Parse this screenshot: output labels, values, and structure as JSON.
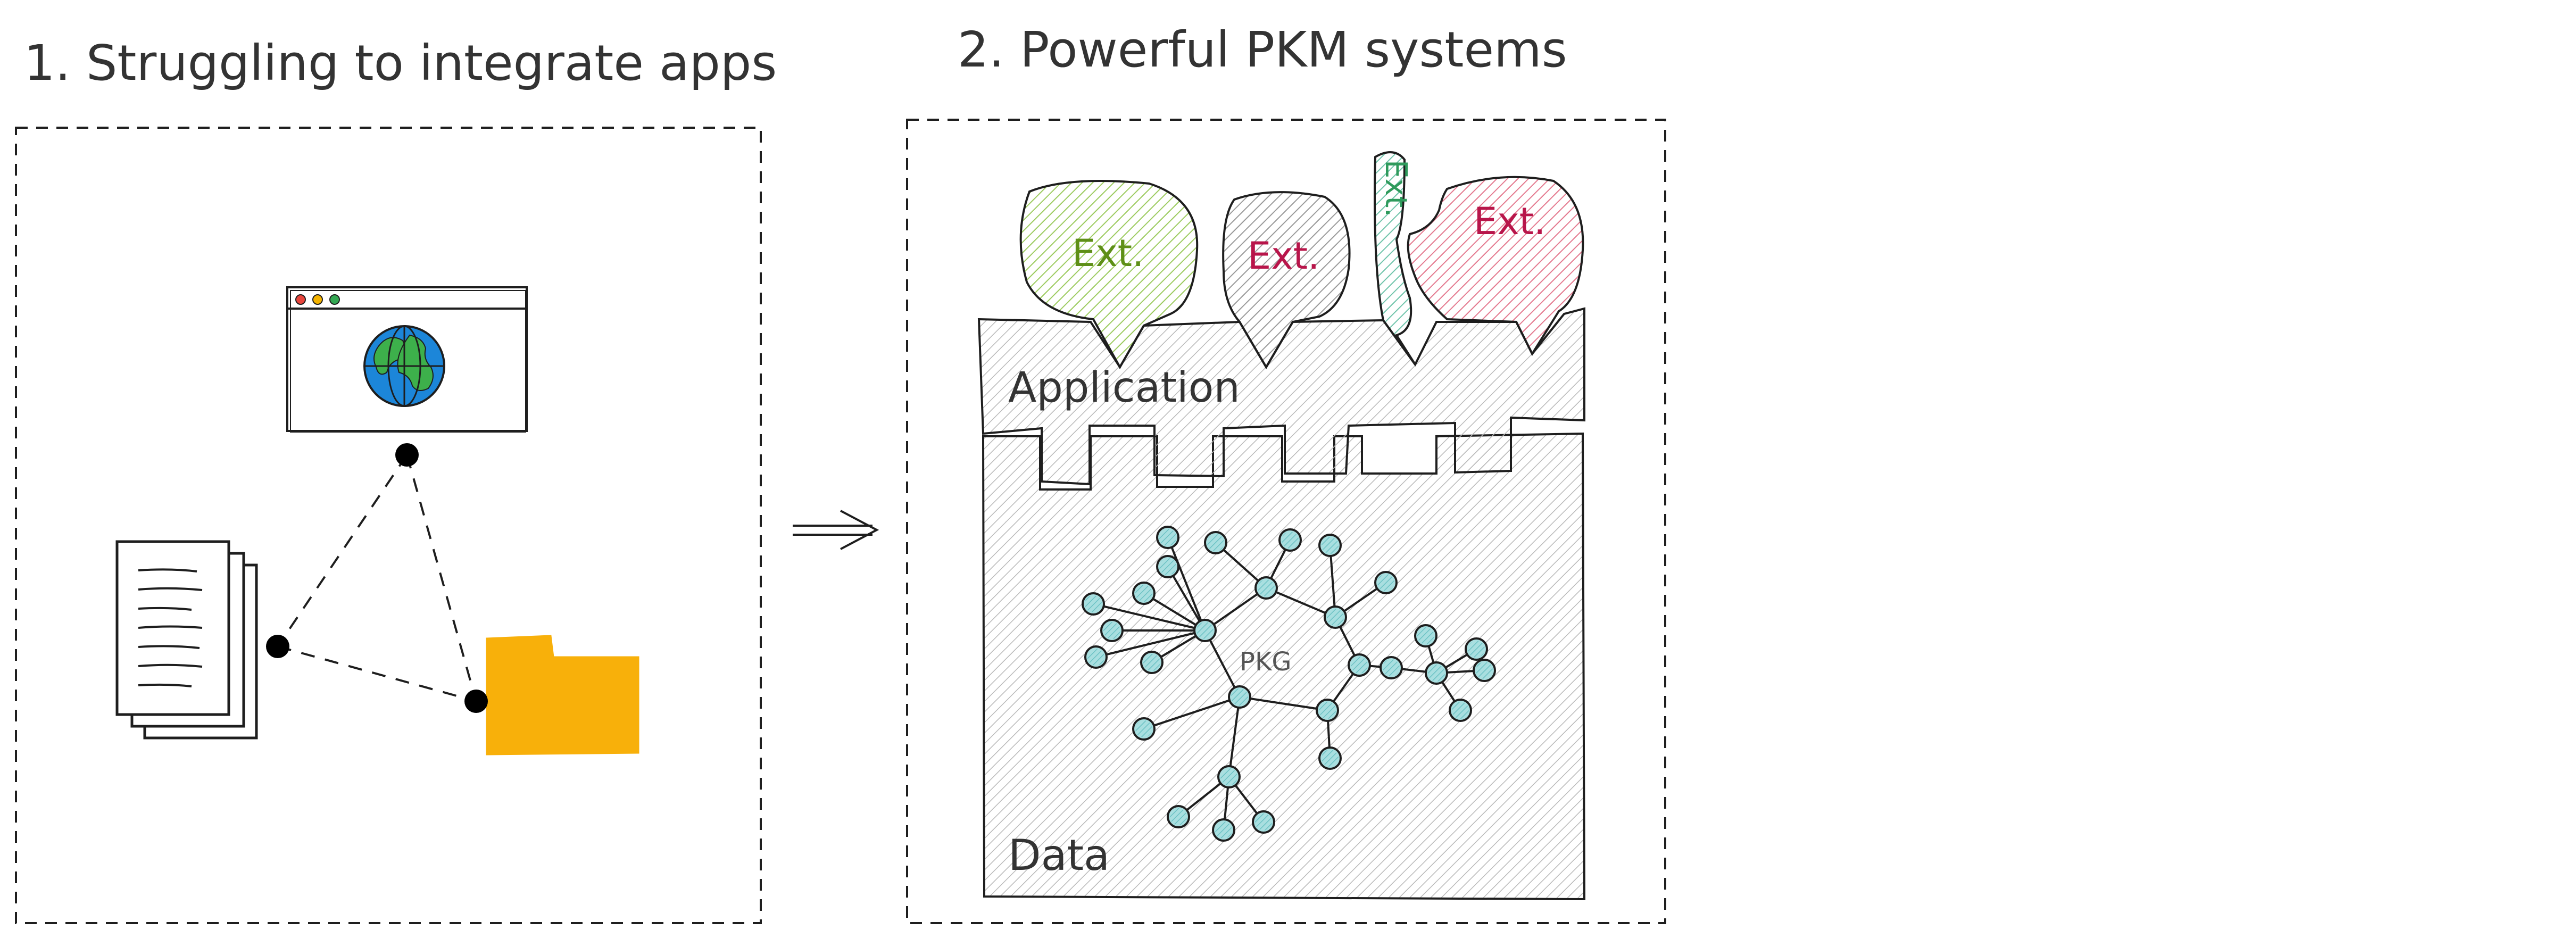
{
  "panel1": {
    "title": "1. Struggling to integrate apps"
  },
  "panel2": {
    "title": "2. Powerful PKM systems",
    "ext_labels": [
      "Ext.",
      "Ext.",
      "Ext.",
      "Ext."
    ],
    "application_label": "Application",
    "data_label": "Data",
    "graph_label": "PKG"
  },
  "colors": {
    "stroke": "#1e1e1e",
    "folder": "#f8b00a",
    "globe_ocean": "#1c86d9",
    "globe_land": "#3db04b",
    "ext_green_fill": "#c8e6a0",
    "ext_green_text": "#5e8f17",
    "ext_gray_fill": "#cfcfcf",
    "ext_crimson_text": "#b8154a",
    "ext_teal_fill": "#a7e0cf",
    "ext_teal_text": "#2f9a5c",
    "ext_pink_fill": "#f3a7b6",
    "block_fill": "#e8e8e8",
    "node_fill": "#a9dfe0",
    "browser_dot_red": "#e8453c",
    "browser_dot_yellow": "#f5b400",
    "browser_dot_green": "#34a853"
  },
  "icons": [
    "browser-window-icon",
    "globe-icon",
    "documents-icon",
    "folder-icon",
    "arrow-right-icon"
  ]
}
